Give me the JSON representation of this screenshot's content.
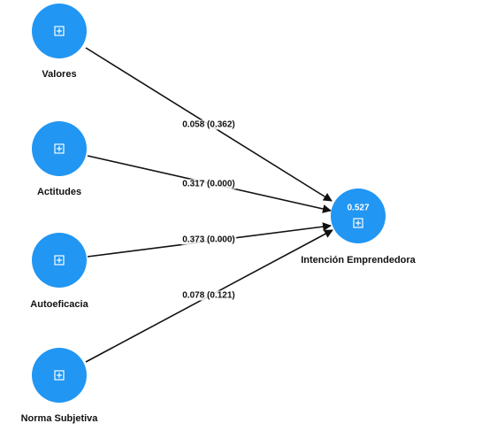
{
  "colors": {
    "node_fill": "#2196f3",
    "edge": "#111111",
    "icon": "#ffffff"
  },
  "nodes": {
    "valores": {
      "label": "Valores",
      "icon": "expand-square-icon"
    },
    "actitudes": {
      "label": "Actitudes",
      "icon": "expand-square-icon"
    },
    "autoeficacia": {
      "label": "Autoeficacia",
      "icon": "expand-square-icon"
    },
    "norma": {
      "label": "Norma Subjetiva",
      "icon": "expand-square-icon"
    },
    "intencion": {
      "label": "Intención Emprendedora",
      "r2": "0.527",
      "icon": "expand-square-icon"
    }
  },
  "paths": {
    "valores": "0.058 (0.362)",
    "actitudes": "0.317 (0.000)",
    "autoeficacia": "0.373 (0.000)",
    "norma": "0.078 (0.121)"
  }
}
